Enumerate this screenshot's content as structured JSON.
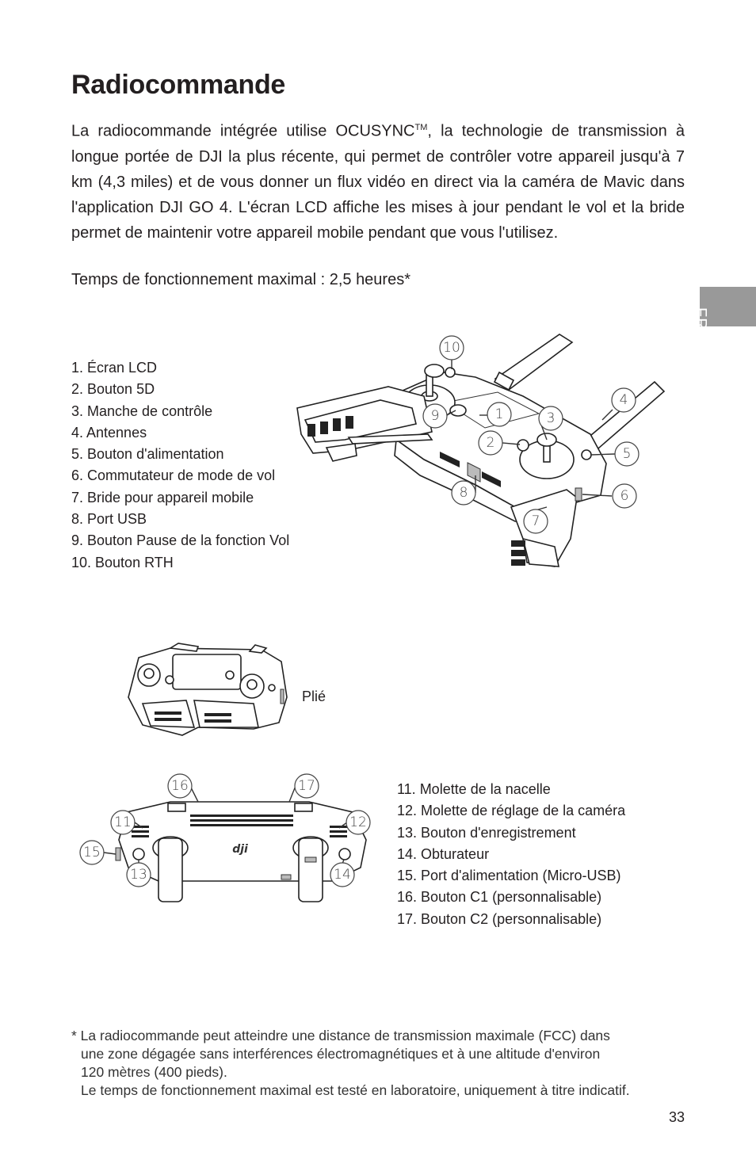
{
  "page": {
    "title": "Radiocommande",
    "intro_before_tm": "La radiocommande intégrée utilise OCUSYNC",
    "intro_tm": "TM",
    "intro_after_tm": ", la technologie de transmission à longue portée de DJI la plus récente, qui permet de contrôler votre appareil jusqu'à 7 km (4,3 miles) et de vous donner un flux vidéo en direct via la caméra de Mavic dans l'application DJI GO 4. L'écran LCD affiche les mises à jour pendant le vol et la bride permet de maintenir votre appareil mobile pendant que vous l'utilisez.",
    "runtime": "Temps de fonctionnement maximal : 2,5 heures*",
    "lang_tab": "FR",
    "page_number": "33"
  },
  "components_top": [
    "1. Écran LCD",
    "2. Bouton 5D",
    "3. Manche de contrôle",
    "4. Antennes",
    "5. Bouton d'alimentation",
    "6. Commutateur de mode de vol",
    "7. Bride pour appareil mobile",
    "8. Port USB",
    "9. Bouton Pause de la fonction Vol",
    "10. Bouton RTH"
  ],
  "folded_label": "Plié",
  "components_bottom": [
    "11. Molette de la nacelle",
    "12. Molette de réglage de la caméra",
    "13. Bouton d'enregistrement",
    "14. Obturateur",
    "15. Port d'alimentation (Micro-USB)",
    "16. Bouton C1 (personnalisable)",
    "17. Bouton C2 (personnalisable)"
  ],
  "callouts_top": [
    "10",
    "4",
    "9",
    "1",
    "3",
    "2",
    "5",
    "8",
    "6",
    "7"
  ],
  "callouts_bottom": [
    "16",
    "17",
    "11",
    "12",
    "15",
    "13",
    "14"
  ],
  "logo_text": "dji",
  "footnote": {
    "line1": "* La radiocommande peut atteindre une distance de transmission maximale (FCC) dans",
    "line2": "une zone dégagée sans interférences électromagnétiques et à une altitude d'environ",
    "line3": "120 mètres (400 pieds).",
    "line4": "Le temps de fonctionnement maximal est testé en laboratoire, uniquement à titre indicatif."
  }
}
